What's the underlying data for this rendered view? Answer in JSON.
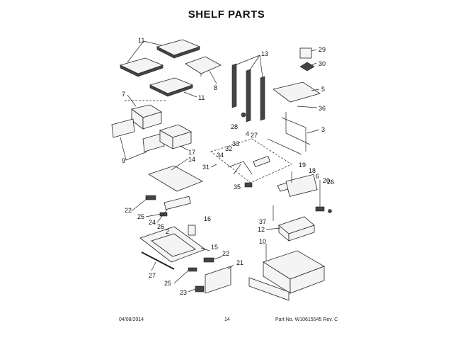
{
  "title": "SHELF PARTS",
  "footer": {
    "date": "04/08/2014",
    "page": "14",
    "part_no": "Part No. W10615545  Rev. C"
  },
  "callouts": [
    "11",
    "11",
    "11",
    "8",
    "13",
    "29",
    "30",
    "5",
    "36",
    "7",
    "4",
    "28",
    "27",
    "3",
    "17",
    "14",
    "9",
    "31",
    "34",
    "32",
    "33",
    "35",
    "19",
    "18",
    "6",
    "20",
    "26",
    "22",
    "25",
    "24",
    "26",
    "2",
    "16",
    "37",
    "12",
    "15",
    "10",
    "27",
    "22",
    "21",
    "25",
    "23"
  ]
}
